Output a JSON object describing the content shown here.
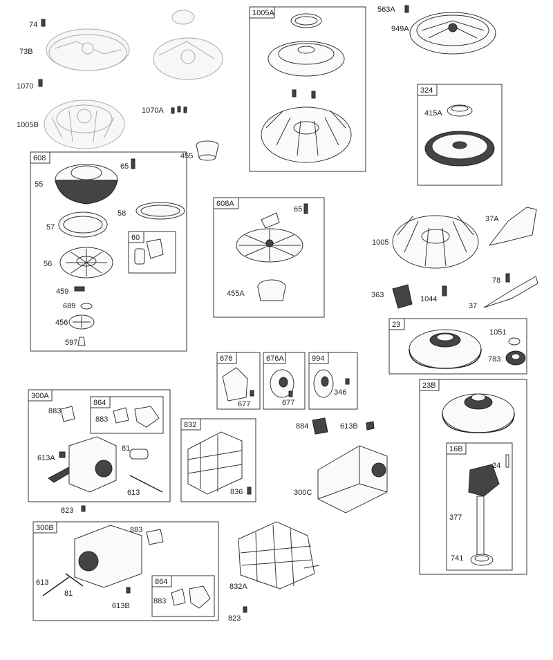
{
  "groups": {
    "g1005A": "1005A",
    "g324": "324",
    "g608": "608",
    "g60": "60",
    "g608A": "608A",
    "g23": "23",
    "g23B": "23B",
    "g16B": "16B",
    "g676": "676",
    "g676A": "676A",
    "g994": "994",
    "g300A": "300A",
    "g864a": "864",
    "g832": "832",
    "g300B": "300B",
    "g864b": "864"
  },
  "labels": {
    "p74": "74",
    "p73B": "73B",
    "p1070": "1070",
    "p1005B": "1005B",
    "p1070A": "1070A",
    "p455": "455",
    "p563A": "563A",
    "p949A": "949A",
    "p415A": "415A",
    "p65a": "65",
    "p55": "55",
    "p58": "58",
    "p57": "57",
    "p56": "56",
    "p459": "459",
    "p689": "689",
    "p456": "456",
    "p597": "597",
    "p65b": "65",
    "p455A": "455A",
    "p37A": "37A",
    "p1005": "1005",
    "p78": "78",
    "p363": "363",
    "p1044": "1044",
    "p37": "37",
    "p1051": "1051",
    "p783": "783",
    "p24": "24",
    "p377": "377",
    "p741": "741",
    "p677a": "677",
    "p677b": "677",
    "p346": "346",
    "p884": "884",
    "p613B_top": "613B",
    "p300C": "300C",
    "p883a": "883",
    "p883b": "883",
    "p613A": "613A",
    "p81a": "81",
    "p613a": "613",
    "p823a": "823",
    "p836": "836",
    "p883c": "883",
    "p613b": "613",
    "p81b": "81",
    "p613B_bot": "613B",
    "p883d": "883",
    "p832A": "832A",
    "p823b": "823"
  }
}
